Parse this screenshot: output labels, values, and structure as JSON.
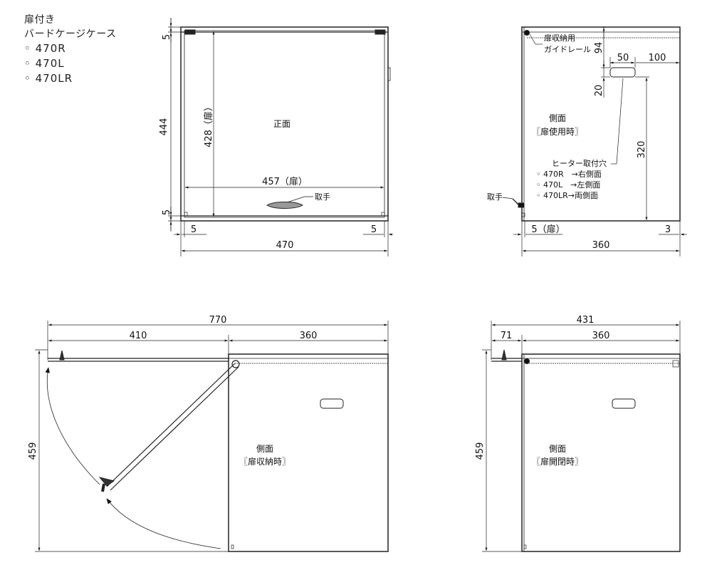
{
  "title": {
    "line1": "扉付き",
    "line2": "バードケージケース",
    "models": [
      "◦ 470R",
      "◦ 470L",
      "◦ 470LR"
    ]
  },
  "front_view": {
    "label": "正面",
    "dim_top_margin": "5",
    "dim_height": "444",
    "dim_bottom_margin": "5",
    "dim_door_height": "428（扉）",
    "dim_door_width": "457（扉）",
    "handle_label": "取手",
    "dim_left_margin": "5",
    "dim_right_margin": "5",
    "dim_width": "470"
  },
  "side_view_use": {
    "label_line1": "側面",
    "label_line2": "〖扉使用時〗",
    "rail_label_line1": "扉収納用",
    "rail_label_line2": "ガイドレール",
    "dim_94": "94",
    "dim_50": "50",
    "dim_100": "100",
    "dim_20": "20",
    "dim_320": "320",
    "heater_label": "ヒーター取付穴",
    "heater_notes": [
      "◦ 470R　→右側面",
      "◦ 470L　→左側面",
      "◦ 470LR→両側面"
    ],
    "handle_label": "取手",
    "dim_door_offset": "5（扉）",
    "dim_3": "3",
    "dim_depth": "360"
  },
  "side_view_stored": {
    "label_line1": "側面",
    "label_line2": "〖扉収納時〗",
    "dim_total": "770",
    "dim_door": "410",
    "dim_depth": "360",
    "dim_height": "459"
  },
  "side_view_open": {
    "label_line1": "側面",
    "label_line2": "〖扉開閉時〗",
    "dim_total": "431",
    "dim_71": "71",
    "dim_depth": "360",
    "dim_height": "459"
  }
}
